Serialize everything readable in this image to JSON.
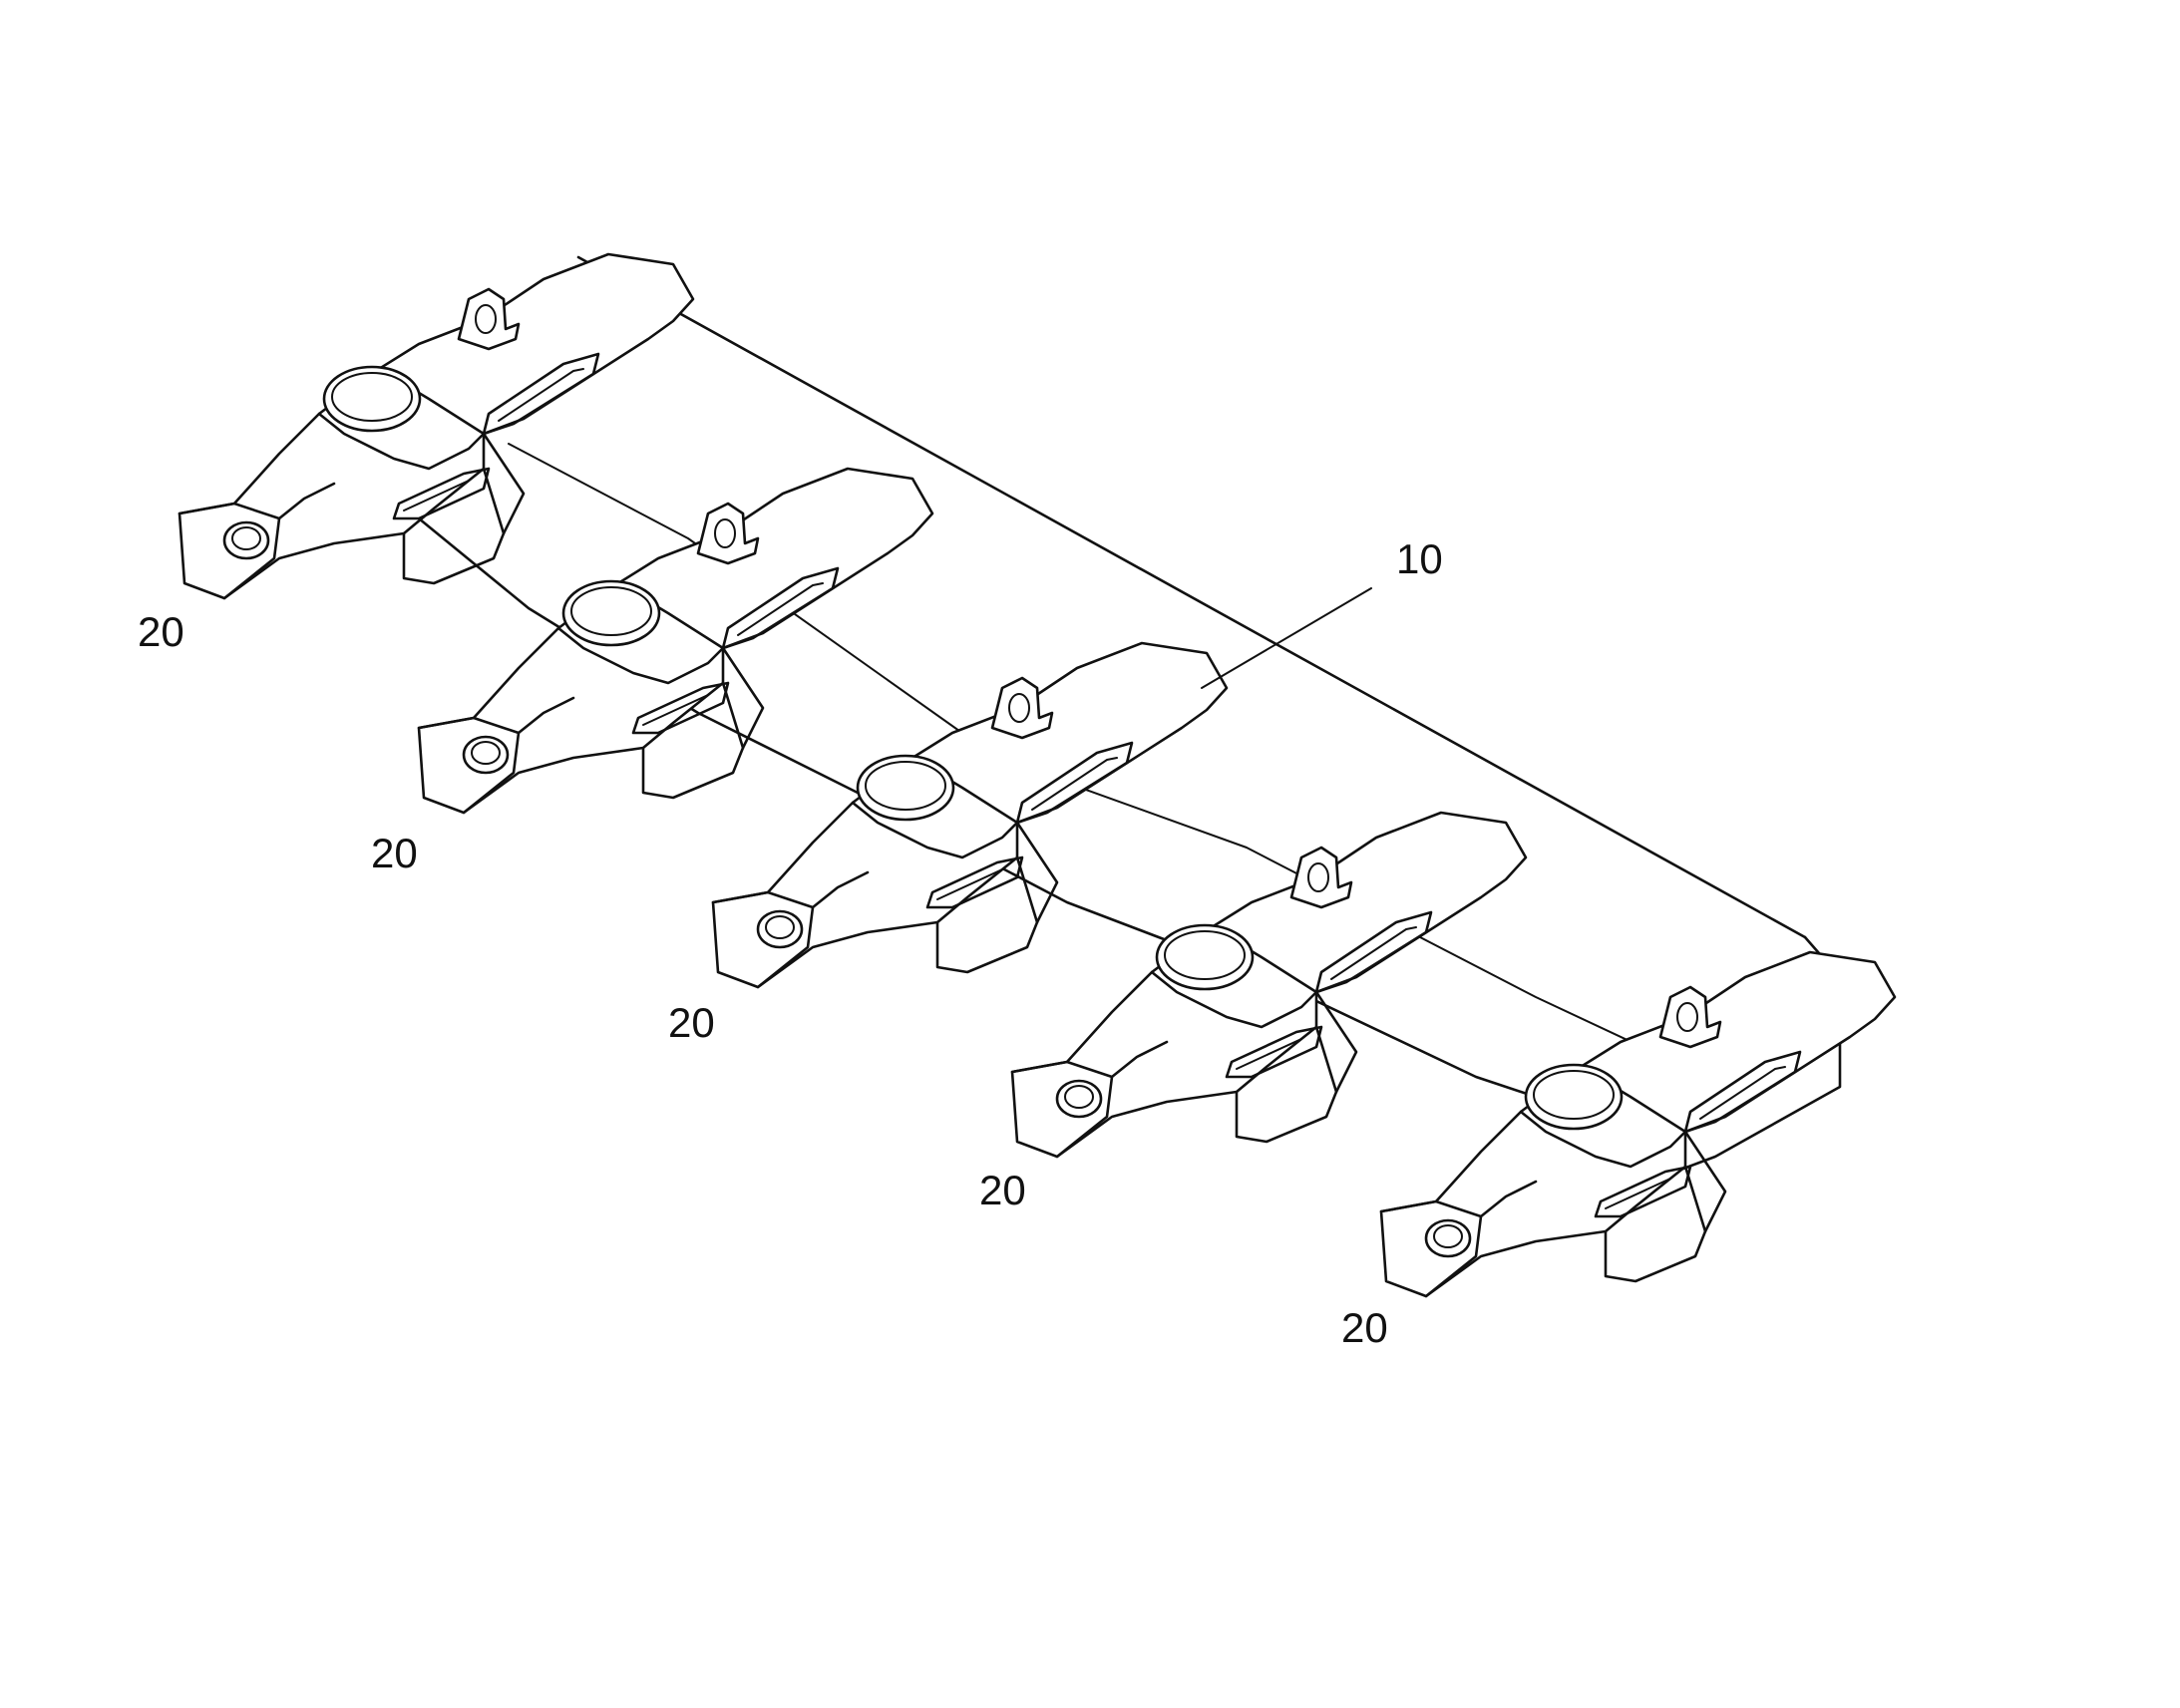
{
  "diagram": {
    "callouts": [
      {
        "id": "assembly",
        "label": "10"
      },
      {
        "id": "tooth-1",
        "label": "20"
      },
      {
        "id": "tooth-2",
        "label": "20"
      },
      {
        "id": "tooth-3",
        "label": "20"
      },
      {
        "id": "tooth-4",
        "label": "20"
      },
      {
        "id": "tooth-5",
        "label": "20"
      }
    ],
    "colors": {
      "line": "#111111",
      "background": "#ffffff"
    }
  }
}
